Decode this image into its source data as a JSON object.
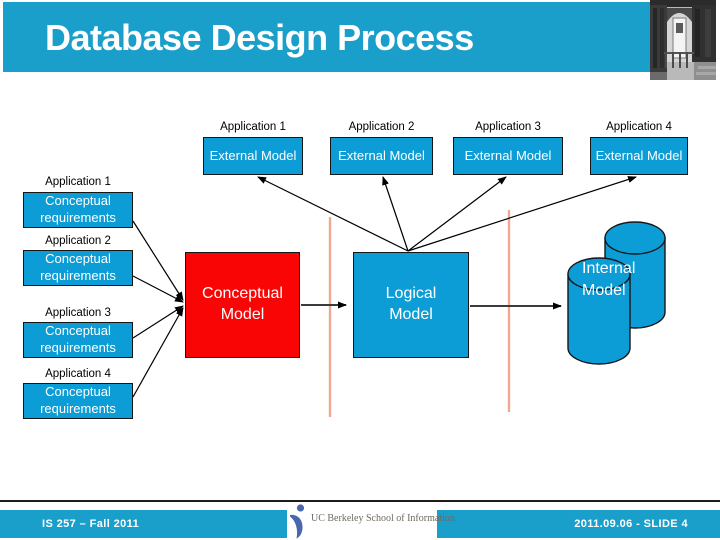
{
  "slide": {
    "title": "Database Design Process",
    "footer": {
      "left": "IS 257 – Fall 2011",
      "right": "2011.09.06 - SLIDE 4",
      "logo_text": "UC Berkeley School of Information"
    }
  },
  "diagram": {
    "applications_top": [
      {
        "label": "Application 1",
        "box": "External Model"
      },
      {
        "label": "Application 2",
        "box": "External Model"
      },
      {
        "label": "Application 3",
        "box": "External Model"
      },
      {
        "label": "Application 4",
        "box": "External Model"
      }
    ],
    "applications_left": [
      {
        "label": "Application 1",
        "box": "Conceptual requirements"
      },
      {
        "label": "Application 2",
        "box": "Conceptual requirements"
      },
      {
        "label": "Application 3",
        "box": "Conceptual requirements"
      },
      {
        "label": "Application 4",
        "box": "Conceptual requirements"
      }
    ],
    "conceptual_model": "Conceptual Model",
    "logical_model": "Logical Model",
    "internal_model": "Internal Model"
  },
  "icons": {
    "building_photo": "grayscale-campus-building-photo",
    "logo_mark": "berkeley-ischool-figure-icon"
  },
  "colors": {
    "accent_teal": "#1A9ECA",
    "box_blue": "#0D9DD6",
    "highlight_red": "#FA0505",
    "divider_salmon": "#F0A893",
    "logo_blue": "#4A67AE",
    "connector_black": "#000000"
  }
}
